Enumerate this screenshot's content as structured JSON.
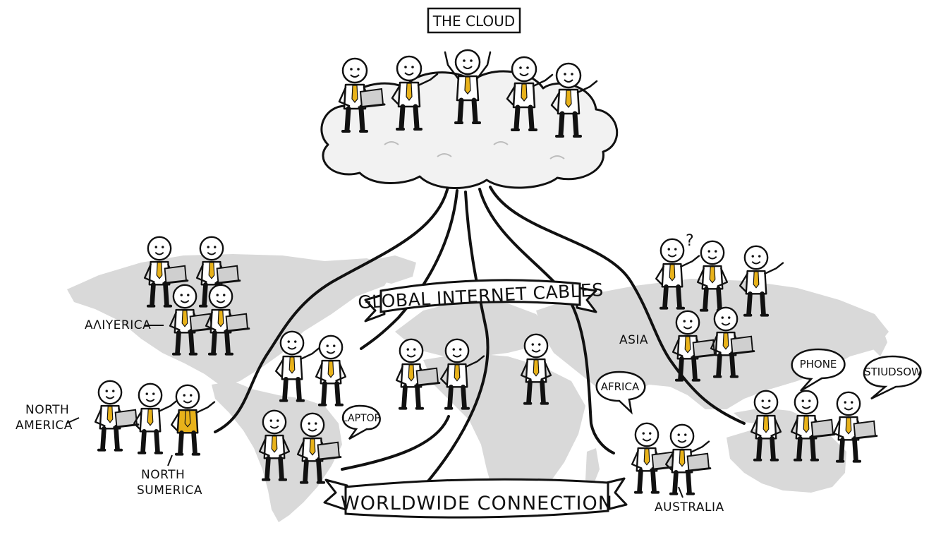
{
  "title": "THE CLOUD",
  "banners": {
    "top": "GLOBAL INTERNET CABLES",
    "bottom": "WORLDWIDE CONNECTION"
  },
  "region_labels": {
    "america": "ΑΛΙΥERICA",
    "north_america_1": "NORTH",
    "north_america_2": "AMERICA",
    "north_sumerica_1": "NORTH",
    "north_sumerica_2": "SUMERICA",
    "asia": "ASIA",
    "australia": "AUSTRALIA"
  },
  "speech_bubbles": {
    "laptop": "LAPTOP",
    "africa": "AFRICA",
    "phone": "PHONE",
    "studsow": "STIUDSOW"
  },
  "question_mark": "?",
  "colors": {
    "ink": "#111111",
    "map": "#d9d9d9",
    "cloud": "#f2f2f2",
    "tie": "#e8b21a",
    "shirt": "#ffffff"
  }
}
